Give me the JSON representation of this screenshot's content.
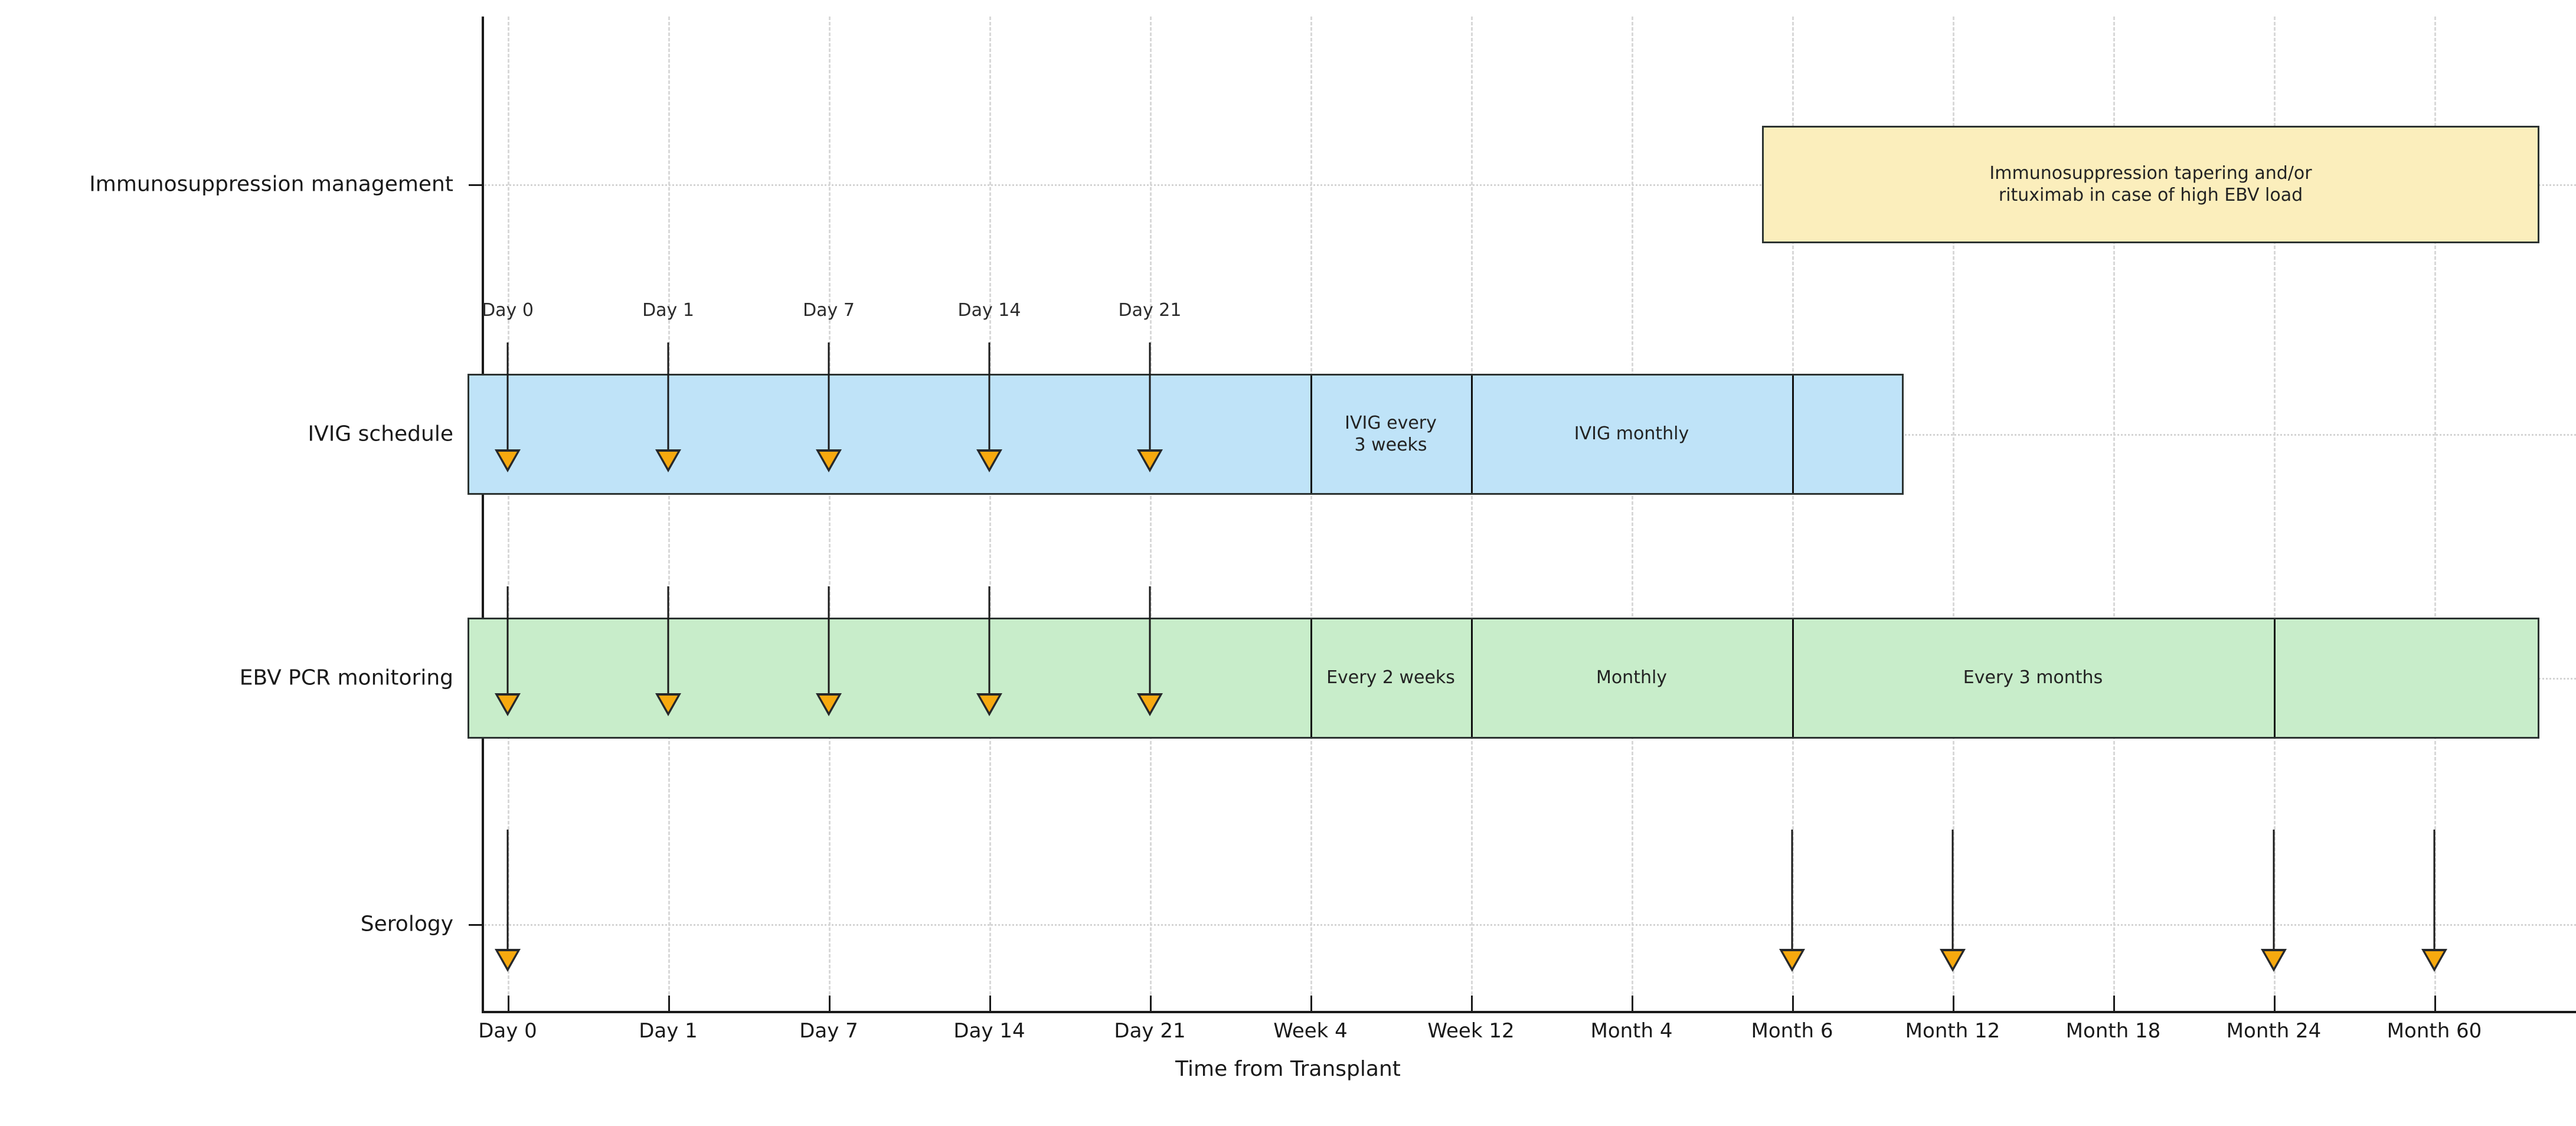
{
  "chart_data": {
    "type": "table",
    "title": "",
    "xlabel": "Time from Transplant",
    "ylabel": "",
    "grid": true,
    "legend": "none",
    "categories": [
      "Day 0",
      "Day 1",
      "Day 7",
      "Day 14",
      "Day 21",
      "Week 4",
      "Week 12",
      "Month 4",
      "Month 6",
      "Month 12",
      "Month 18",
      "Month 24",
      "Month 60"
    ],
    "rows": [
      "Immunosuppression management",
      "IVIG schedule",
      "EBV PCR monitoring",
      "Serology"
    ],
    "tracks": [
      {
        "name": "Immunosuppression management",
        "color": "#fbeebc",
        "bars": [
          {
            "label": "Immunosuppression tapering and/or\nrituximab in case of high EBV load",
            "start": "Month 6",
            "end": "beyond Month 60"
          }
        ],
        "events": []
      },
      {
        "name": "IVIG schedule",
        "color": "#bfe3f8",
        "bars": [
          {
            "label": "",
            "start": "before Day 0",
            "end": "Week 4"
          },
          {
            "label": "IVIG every\n3 weeks",
            "start": "Week 4",
            "end": "Week 12"
          },
          {
            "label": "IVIG monthly",
            "start": "Week 12",
            "end": "Month 6"
          },
          {
            "label": "",
            "start": "Month 6",
            "end": "after Month 6"
          }
        ],
        "events": [
          "Day 0",
          "Day 1",
          "Day 7",
          "Day 14",
          "Day 21"
        ]
      },
      {
        "name": "EBV PCR monitoring",
        "color": "#c8edca",
        "bars": [
          {
            "label": "",
            "start": "before Day 0",
            "end": "Week 4"
          },
          {
            "label": "Every 2 weeks",
            "start": "Week 4",
            "end": "Week 12"
          },
          {
            "label": "Monthly",
            "start": "Week 12",
            "end": "Month 6"
          },
          {
            "label": "Every 3 months",
            "start": "Month 6",
            "end": "Month 24"
          },
          {
            "label": "",
            "start": "Month 24",
            "end": "beyond Month 60"
          }
        ],
        "events": [
          "Day 0",
          "Day 1",
          "Day 7",
          "Day 14",
          "Day 21"
        ]
      },
      {
        "name": "Serology",
        "color": "none",
        "bars": [],
        "events": [
          "Day 0",
          "Month 6",
          "Month 12",
          "Month 24",
          "Month 60"
        ]
      }
    ],
    "event_marker": "orange-down-arrow",
    "day_annotations": [
      "Day 0",
      "Day 1",
      "Day 7",
      "Day 14",
      "Day 21"
    ]
  },
  "axis": {
    "xlabel": "Time from Transplant",
    "xticks": [
      "Day 0",
      "Day 1",
      "Day 7",
      "Day 14",
      "Day 21",
      "Week 4",
      "Week 12",
      "Month 4",
      "Month 6",
      "Month 12",
      "Month 18",
      "Month 24",
      "Month 60"
    ],
    "yticks": [
      "Immunosuppression management",
      "IVIG schedule",
      "EBV PCR monitoring",
      "Serology"
    ]
  },
  "immunosuppression": {
    "box_text_line1": "Immunosuppression tapering and/or",
    "box_text_line2": "rituximab in case of high EBV load"
  },
  "ivig": {
    "seg_every3weeks": "IVIG every\n3 weeks",
    "seg_monthly": "IVIG monthly"
  },
  "ebv": {
    "seg_every2weeks": "Every 2 weeks",
    "seg_monthly": "Monthly",
    "seg_every3months": "Every 3 months"
  },
  "day_labels": {
    "d0": "Day 0",
    "d1": "Day 1",
    "d7": "Day 7",
    "d14": "Day 14",
    "d21": "Day 21"
  },
  "colors": {
    "immunosuppression_box": "#fbeebc",
    "ivig_bar": "#bfe3f8",
    "ebv_bar": "#c8edca",
    "arrow": "#f7a90f",
    "outline": "#2c3331",
    "grid": "#d8d8d8",
    "text": "#1a1a1a"
  }
}
